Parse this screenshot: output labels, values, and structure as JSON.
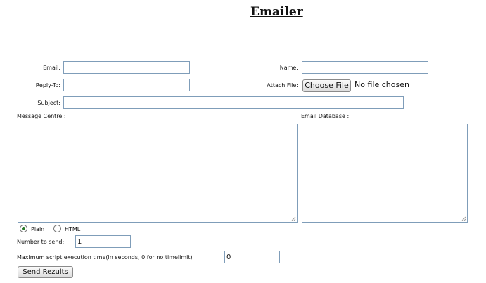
{
  "page": {
    "title": "Emailer"
  },
  "form": {
    "email": {
      "label": "Email:",
      "value": ""
    },
    "name": {
      "label": "Name:",
      "value": ""
    },
    "reply_to": {
      "label": "Reply-To:",
      "value": ""
    },
    "attach_file": {
      "label": "Attach File:",
      "button_label": "Choose File",
      "status": "No file chosen"
    },
    "subject": {
      "label": "Subject:",
      "value": ""
    },
    "message_centre": {
      "label": "Message Centre :",
      "value": ""
    },
    "email_database": {
      "label": "Email Database :",
      "value": ""
    },
    "format": {
      "selected": "Plain",
      "options": [
        "Plain",
        "HTML"
      ]
    },
    "number_to_send": {
      "label": "Number to send:",
      "value": "1"
    },
    "max_exec_time": {
      "label": "Maximum script execution time(in seconds, 0 for no timelimit)",
      "value": "0"
    },
    "submit_label": "Send Rezults"
  },
  "colors": {
    "input_border": "#7f9db9",
    "radio_selected": "#2a7a2a",
    "text": "#111111"
  }
}
